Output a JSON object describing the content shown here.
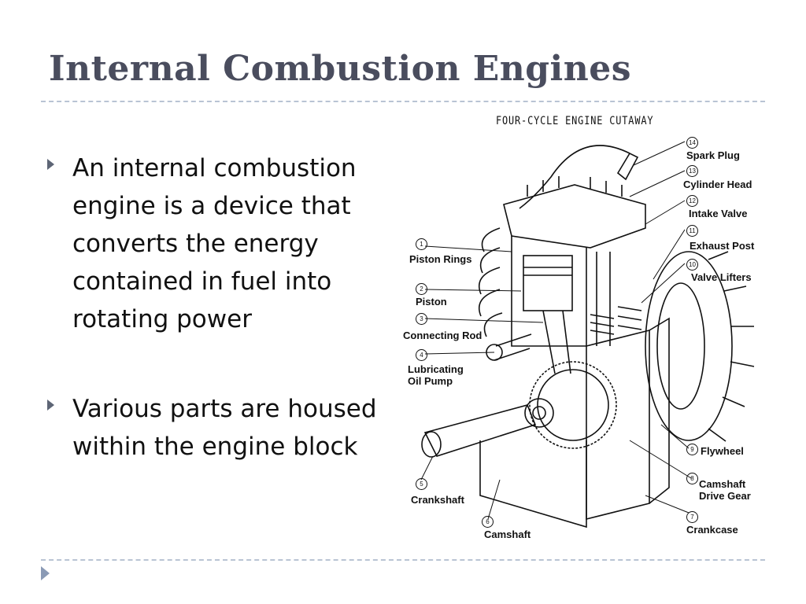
{
  "slide": {
    "title": "Internal Combustion Engines",
    "bullets": [
      "An internal combustion engine is a device that converts the energy contained in fuel into rotating power",
      "Various parts are housed within the engine block"
    ]
  },
  "figure": {
    "title": "FOUR-CYCLE ENGINE CUTAWAY",
    "parts": [
      {
        "num": "1",
        "label": "Piston Rings"
      },
      {
        "num": "2",
        "label": "Piston"
      },
      {
        "num": "3",
        "label": "Connecting Rod"
      },
      {
        "num": "4",
        "label": "Lubricating\nOil Pump"
      },
      {
        "num": "5",
        "label": "Crankshaft"
      },
      {
        "num": "6",
        "label": "Camshaft"
      },
      {
        "num": "7",
        "label": "Crankcase"
      },
      {
        "num": "8",
        "label": "Camshaft\nDrive Gear"
      },
      {
        "num": "9",
        "label": "Flywheel"
      },
      {
        "num": "10",
        "label": "Valve Lifters"
      },
      {
        "num": "11",
        "label": "Exhaust Post"
      },
      {
        "num": "12",
        "label": "Intake Valve"
      },
      {
        "num": "13",
        "label": "Cylinder Head"
      },
      {
        "num": "14",
        "label": "Spark Plug"
      }
    ]
  }
}
